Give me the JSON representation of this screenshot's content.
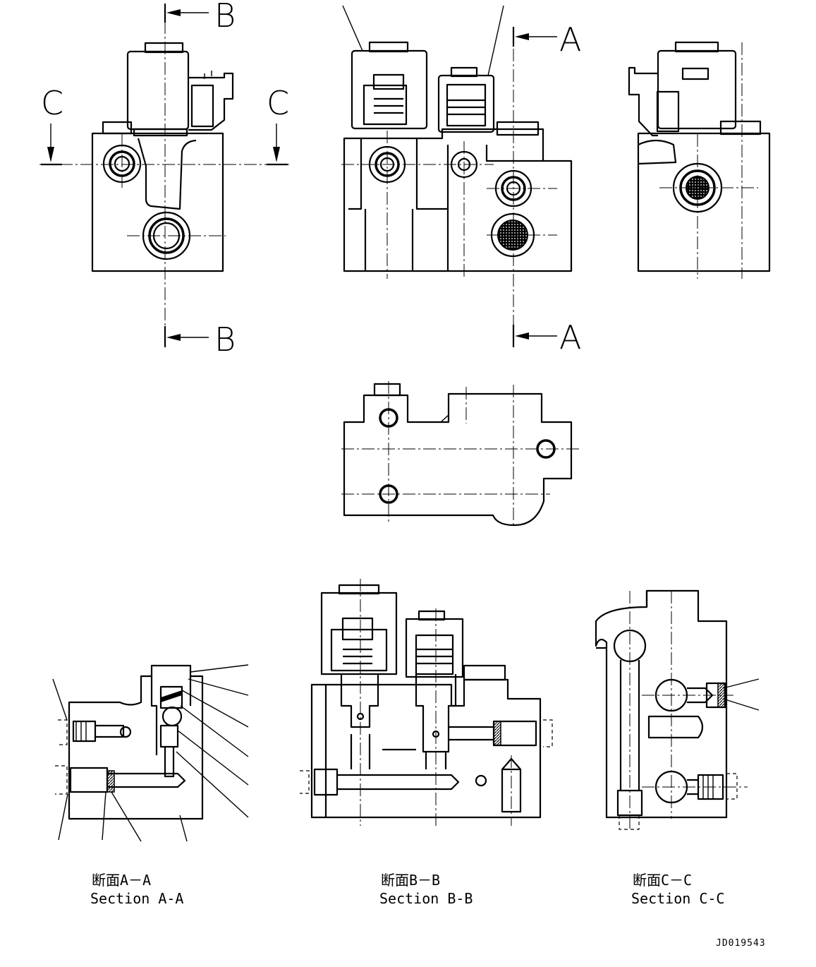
{
  "markers": {
    "a": "A",
    "b": "B",
    "c": "C"
  },
  "sections": {
    "aa_jp": "断面A－A",
    "aa_en": "Section A-A",
    "bb_jp": "断面B－B",
    "bb_en": "Section B-B",
    "cc_jp": "断面C－C",
    "cc_en": "Section C-C"
  },
  "drawing_id": "JD019543"
}
